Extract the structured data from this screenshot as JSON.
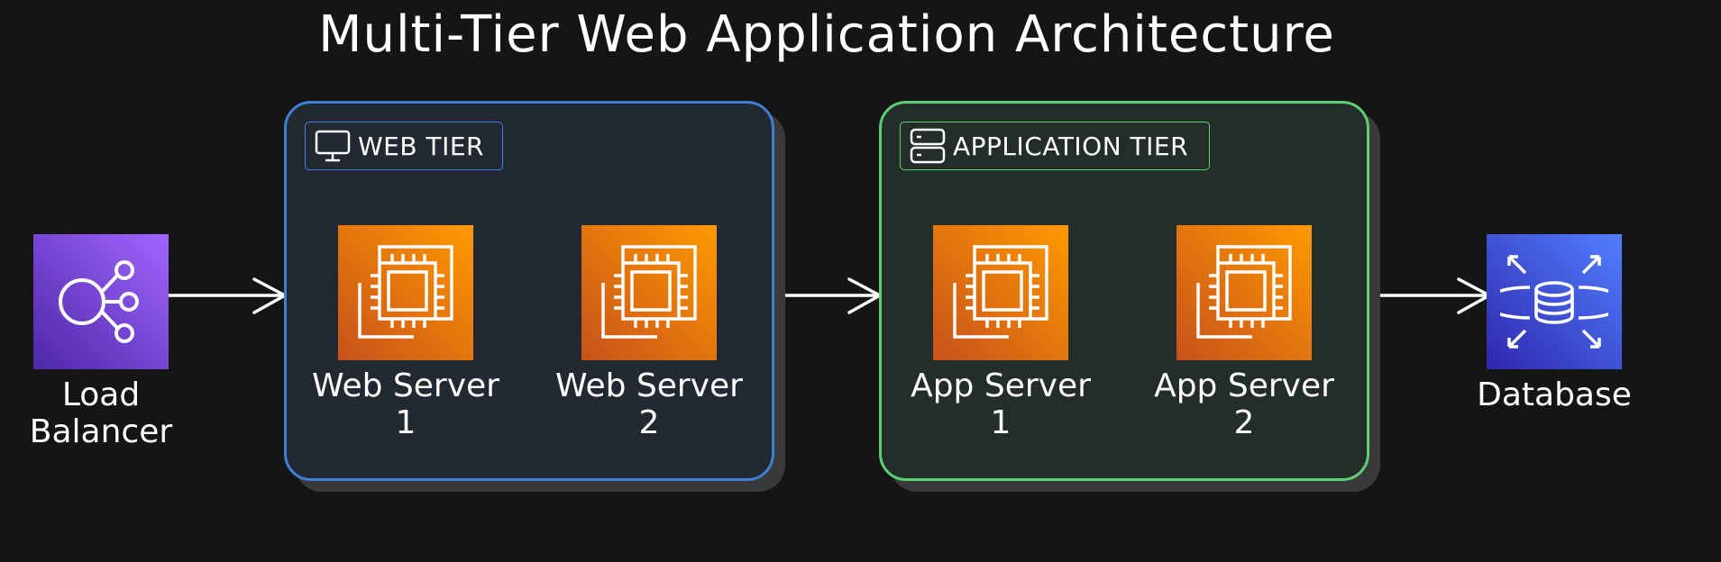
{
  "title": "Multi-Tier Web Application Architecture",
  "tiers": {
    "web": {
      "label": "WEB TIER",
      "icon": "monitor-icon",
      "border_color": "#3f7fd6",
      "fill_color": "#232933"
    },
    "app": {
      "label": "APPLICATION TIER",
      "icon": "server-icon",
      "border_color": "#5fcf77",
      "fill_color": "#242e28"
    }
  },
  "nodes": {
    "load_balancer": {
      "label": "Load\nBalancer",
      "icon": "load-balancer-icon",
      "color": "#8c4fff"
    },
    "web_server_1": {
      "label": "Web Server\n1",
      "icon": "ec2-instance-icon",
      "color": "#ed7100"
    },
    "web_server_2": {
      "label": "Web Server\n2",
      "icon": "ec2-instance-icon",
      "color": "#ed7100"
    },
    "app_server_1": {
      "label": "App Server\n1",
      "icon": "ec2-instance-icon",
      "color": "#ed7100"
    },
    "app_server_2": {
      "label": "App Server\n2",
      "icon": "ec2-instance-icon",
      "color": "#ed7100"
    },
    "database": {
      "label": "Database",
      "icon": "database-icon",
      "color": "#3b48cc"
    }
  },
  "edges": [
    {
      "from": "load_balancer",
      "to": "web_tier"
    },
    {
      "from": "web_tier",
      "to": "app_tier"
    },
    {
      "from": "app_tier",
      "to": "database"
    }
  ]
}
